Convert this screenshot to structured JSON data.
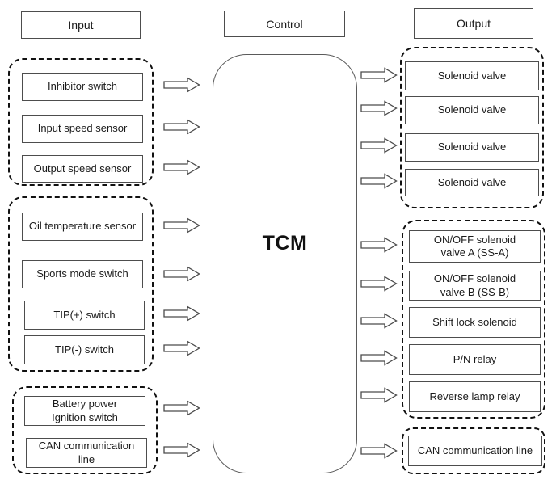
{
  "headers": {
    "input": "Input",
    "control": "Control",
    "output": "Output"
  },
  "tcm": {
    "label": "TCM"
  },
  "input_groups": [
    {
      "items": [
        {
          "label": "Inhibitor switch"
        },
        {
          "label": "Input speed sensor"
        },
        {
          "label": "Output speed sensor"
        }
      ]
    },
    {
      "items": [
        {
          "label": "Oil temperature sensor"
        },
        {
          "label": "Sports mode switch"
        },
        {
          "label": "TIP(+) switch"
        },
        {
          "label": "TIP(-) switch"
        }
      ]
    },
    {
      "items": [
        {
          "label": "Battery power\nIgnition switch"
        },
        {
          "label": "CAN communication\nline"
        }
      ]
    }
  ],
  "output_groups": [
    {
      "items": [
        {
          "label": "Solenoid valve"
        },
        {
          "label": "Solenoid valve"
        },
        {
          "label": "Solenoid valve"
        },
        {
          "label": "Solenoid valve"
        }
      ]
    },
    {
      "items": [
        {
          "label": "ON/OFF solenoid\nvalve A (SS-A)"
        },
        {
          "label": "ON/OFF solenoid\nvalve B (SS-B)"
        },
        {
          "label": "Shift lock solenoid"
        },
        {
          "label": "P/N relay"
        },
        {
          "label": "Reverse lamp relay"
        }
      ]
    },
    {
      "items": [
        {
          "label": "CAN communication line"
        }
      ]
    }
  ],
  "colors": {
    "background": "#ffffff",
    "line": "#4d4d4d",
    "dashed_border": "#111111",
    "text": "#1a1a1a"
  }
}
